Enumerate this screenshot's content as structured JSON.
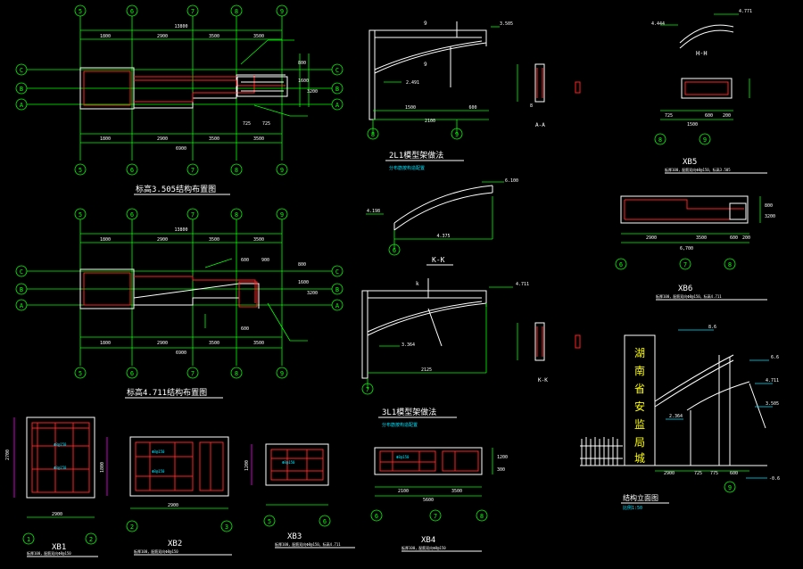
{
  "colors": {
    "background": "#000000",
    "grid_axis": "#00ff00",
    "outline": "#ffffff",
    "member": "#ff2020",
    "note": "#00e5ff",
    "dimension_slab": "#ff00ff",
    "wall_text": "#ffff00"
  },
  "plan1": {
    "title": "标高3.505结构布置图",
    "axes_top": [
      "5",
      "6",
      "7",
      "8",
      "9"
    ],
    "axes_left": [
      "C",
      "B",
      "A"
    ],
    "overall": "13800",
    "spans": [
      "1800",
      "2900",
      "3500",
      "3500"
    ],
    "bottom_total": "6900",
    "right_dims": [
      "800",
      "1600",
      "3200"
    ],
    "inner_dims": [
      "725",
      "725"
    ]
  },
  "plan2": {
    "title": "标高4.711结构布置图",
    "axes_top": [
      "5",
      "6",
      "7",
      "8",
      "9"
    ],
    "axes_left": [
      "C",
      "B",
      "A"
    ],
    "overall": "13800",
    "spans": [
      "1800",
      "2900",
      "3500",
      "3500"
    ],
    "bottom_total": "6900",
    "right_dims": [
      "800",
      "1600",
      "3200"
    ],
    "inner_dims": [
      "600",
      "900",
      "600"
    ]
  },
  "sec_2l1": {
    "title": "2L1模型架做法",
    "note": "分布筋按构造配置",
    "elev_top": "3.505",
    "elev_low": "2.491",
    "dims": [
      "1500",
      "600",
      "2100"
    ],
    "axes": [
      "8",
      "9"
    ],
    "cut_label": "A-A",
    "marks": [
      "9"
    ]
  },
  "sec_kk": {
    "title": "K-K",
    "elev_high": "6.100",
    "elev_low": "4.198",
    "dim": "4.375",
    "axis": "6"
  },
  "sec_3l1": {
    "title": "3L1模型架做法",
    "note": "分布筋按构造配置",
    "elev_top": "4.711",
    "elev_low": "3.364",
    "dim": "2125",
    "axis": "7",
    "cut_label": "K-K",
    "marks": [
      "k"
    ]
  },
  "hh_section": {
    "title": "H-H",
    "elev": "4.771",
    "elev2": "4.444",
    "dims": [
      "725",
      "600",
      "200"
    ],
    "total": "1500",
    "axes": [
      "8",
      "9"
    ]
  },
  "xb5": {
    "title": "XB5",
    "note": "板厚100，配筋双向Φ8@150，标高3.505",
    "axes": [
      "8",
      "9"
    ]
  },
  "xb6": {
    "title": "XB6",
    "note": "板厚100，配筋双向Φ8@150，标高4.711",
    "dims": [
      "2900",
      "3500",
      "600",
      "200"
    ],
    "total": "6,700",
    "right_dims": [
      "800",
      "3200"
    ],
    "axes": [
      "6",
      "7",
      "8"
    ]
  },
  "elevation": {
    "title": "结构立面图",
    "subtitle": "比例1:50",
    "sign_chars": [
      "湖",
      "南",
      "省",
      "安",
      "监",
      "局",
      "城"
    ],
    "levels": [
      "8.6",
      "6.6",
      "4.711",
      "3.505",
      "2.364",
      "-0.6"
    ],
    "dims": [
      "2900",
      "725",
      "775",
      "600"
    ],
    "axis": "9"
  },
  "xb1": {
    "title": "XB1",
    "note": "板厚100，配筋双向Φ8@150",
    "dim_w": "2900",
    "dim_h": "2700",
    "axes": [
      "1",
      "2"
    ]
  },
  "xb2": {
    "title": "XB2",
    "note": "板厚100，配筋双向Φ8@150",
    "dim": "2900",
    "dim_h": "1800",
    "axes": [
      "2",
      "3"
    ]
  },
  "xb3": {
    "title": "XB3",
    "note": "板厚100，配筋双向Φ8@150，标高4.711",
    "dim_h": "1200",
    "axes": [
      "5",
      "6"
    ]
  },
  "xb4": {
    "title": "XB4",
    "note": "板厚100，配筋双向Φ8@150",
    "dims": [
      "2100",
      "3500"
    ],
    "total": "5600",
    "right_dims": [
      "1200",
      "300"
    ],
    "axes": [
      "6",
      "7",
      "8"
    ]
  },
  "rebar_label": "Φ8@150"
}
